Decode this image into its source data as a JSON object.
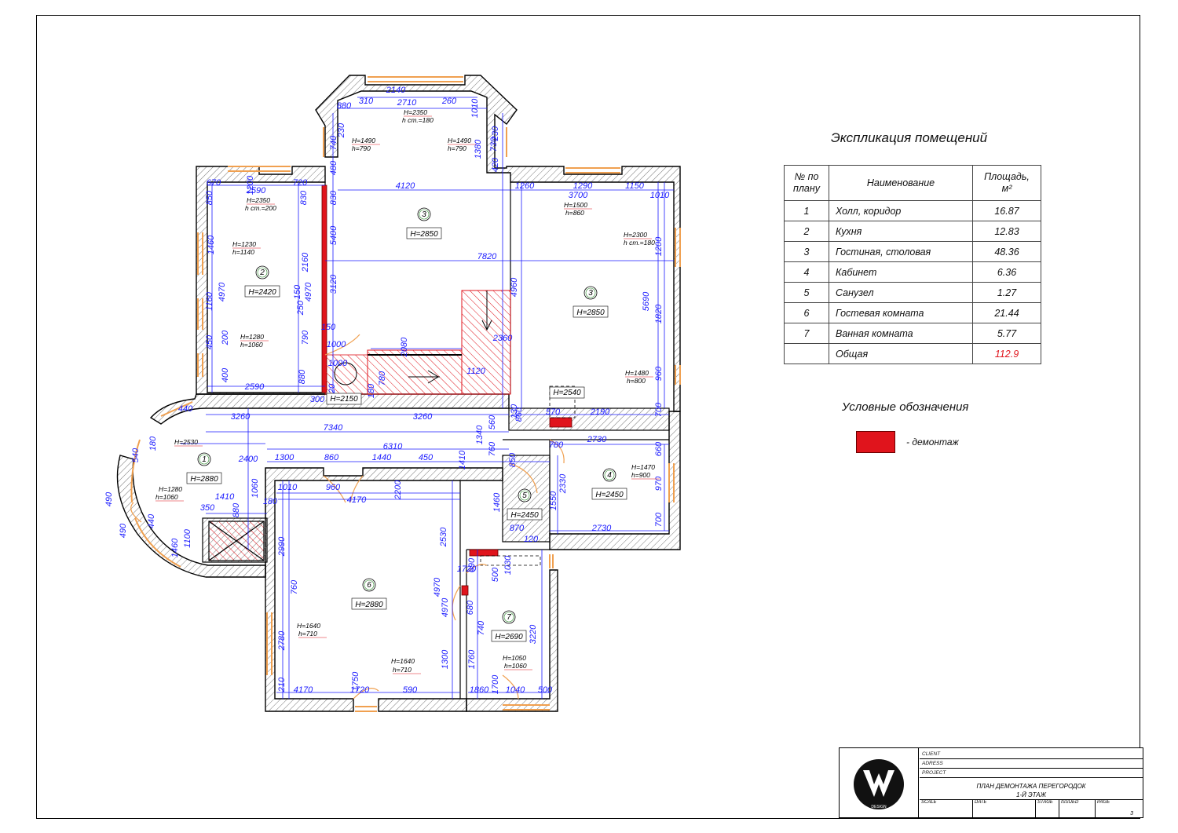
{
  "explication": {
    "title": "Экспликация помещений",
    "headers": {
      "num": "№ по плану",
      "name": "Наименование",
      "area": "Площадь, м²"
    },
    "rows": [
      {
        "num": "1",
        "name": "Холл, коридор",
        "area": "16.87"
      },
      {
        "num": "2",
        "name": "Кухня",
        "area": "12.83"
      },
      {
        "num": "3",
        "name": "Гостиная, столовая",
        "area": "48.36"
      },
      {
        "num": "4",
        "name": "Кабинет",
        "area": "6.36"
      },
      {
        "num": "5",
        "name": "Санузел",
        "area": "1.27"
      },
      {
        "num": "6",
        "name": "Гостевая комната",
        "area": "21.44"
      },
      {
        "num": "7",
        "name": "Ванная комната",
        "area": "5.77"
      }
    ],
    "total": {
      "name": "Общая",
      "area": "112.9"
    }
  },
  "legend": {
    "title": "Условные обозначения",
    "items": [
      {
        "label": "- демонтаж",
        "color": "#e0141c"
      }
    ]
  },
  "stamp": {
    "client": "CLIENT",
    "address": "ADRESS",
    "project": "PROJECT",
    "title_line1": "ПЛАН ДЕМОНТАЖА ПЕРЕГОРОДОК",
    "title_line2": "1-Й ЭТАЖ",
    "scale": "SCALE",
    "date": "DATE",
    "stage": "STAGE",
    "issued": "ISSUED",
    "page": "PAGE",
    "page_number": "3",
    "logo_text": "DESIGN"
  },
  "rooms": [
    {
      "num": "1",
      "h": "H=2880"
    },
    {
      "num": "2",
      "h": "H=2420"
    },
    {
      "num": "3",
      "h": "H=2850"
    },
    {
      "num": "3",
      "h": "H=2850"
    },
    {
      "num": "4",
      "h": "H=2450"
    },
    {
      "num": "5",
      "h": "H=2450"
    },
    {
      "num": "6",
      "h": "H=2880"
    },
    {
      "num": "7",
      "h": "H=2690"
    }
  ],
  "heights": [
    "H=2150",
    "H=2540"
  ],
  "notes": [
    "H=2350",
    "h ст.=180",
    "H=1490",
    "h=790",
    "H=1490",
    "h=790",
    "H=2350",
    "h ст.=200",
    "H=1230",
    "h=1140",
    "H=1280",
    "h=1060",
    "H=1500",
    "h=860",
    "H=2300",
    "h ст.=180",
    "H=1480",
    "h=800",
    "H=2530",
    "H=1280",
    "h=1060",
    "H=1470",
    "h=900",
    "H=1640",
    "h=710",
    "H=1640",
    "h=710",
    "H=1050",
    "h=1060"
  ],
  "dimensions": [
    "2140",
    "2710",
    "310",
    "260",
    "880",
    "1010",
    "230",
    "740",
    "1380",
    "230",
    "730",
    "420",
    "480",
    "4120",
    "1260",
    "1290",
    "3700",
    "1150",
    "1010",
    "670",
    "1200",
    "720",
    "2590",
    "850",
    "830",
    "830",
    "5400",
    "2160",
    "7820",
    "4960",
    "5690",
    "1460",
    "1820",
    "1200",
    "3120",
    "4970",
    "4970",
    "1160",
    "150",
    "250",
    "150",
    "1000",
    "2080",
    "2360",
    "790",
    "1000",
    "1120",
    "450",
    "200",
    "960",
    "400",
    "880",
    "820",
    "180",
    "300",
    "780",
    "2590",
    "440",
    "3260",
    "3260",
    "7340",
    "130",
    "860",
    "570",
    "2190",
    "700",
    "560",
    "1340",
    "2730",
    "540",
    "180",
    "6310",
    "1300",
    "860",
    "1440",
    "450",
    "1410",
    "850",
    "760",
    "780",
    "2400",
    "1010",
    "960",
    "4170",
    "2200",
    "660",
    "1060",
    "180",
    "1410",
    "880",
    "350",
    "2330",
    "1460",
    "1550",
    "970",
    "700",
    "490",
    "440",
    "1100",
    "490",
    "1460",
    "2990",
    "2530",
    "2730",
    "120",
    "870",
    "690",
    "1030",
    "500",
    "1720",
    "760",
    "4970",
    "4970",
    "680",
    "740",
    "3220",
    "2780",
    "1300",
    "1760",
    "1700",
    "1750",
    "4170",
    "1720",
    "590",
    "1860",
    "1040",
    "500",
    "210",
    "680"
  ]
}
